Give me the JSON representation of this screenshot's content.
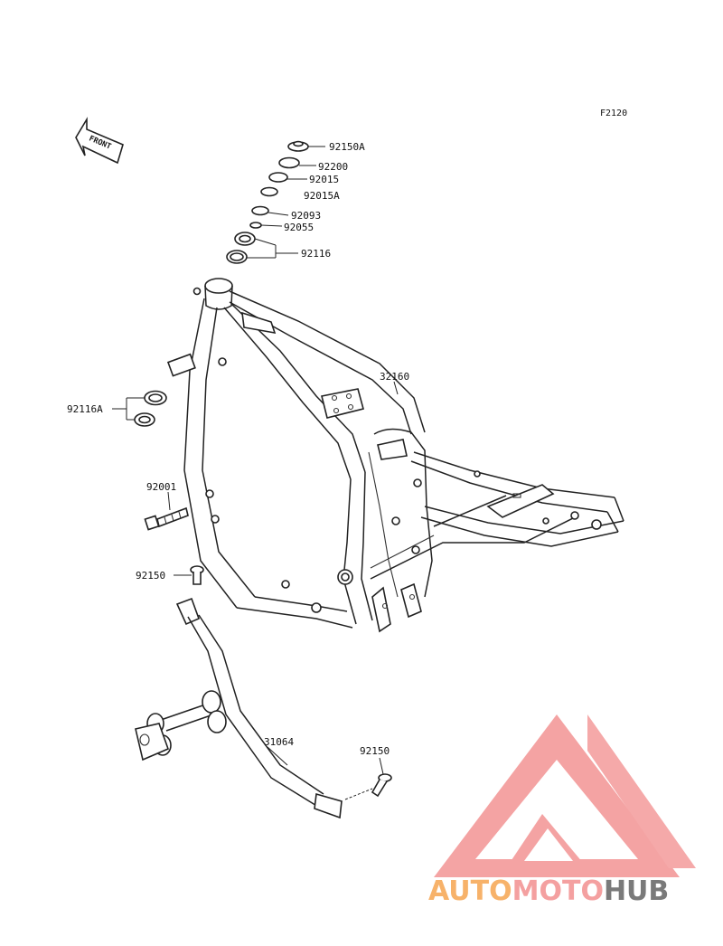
{
  "diagram": {
    "figure_code": "F2120",
    "front_badge": "FRONT",
    "callouts": {
      "c92150A": "92150A",
      "c92200": "92200",
      "c92015": "92015",
      "c92015A": "92015A",
      "c92093": "92093",
      "c92055": "92055",
      "c92116": "92116",
      "c32160": "32160",
      "c92116A": "92116A",
      "c92001": "92001",
      "c92150_top": "92150",
      "c31064": "31064",
      "c92150_bottom": "92150"
    }
  },
  "watermark": {
    "brand_part1": "AUTO",
    "brand_part2": "MOTO",
    "brand_part3": "HUB",
    "color_orange": "#f7b26a",
    "color_pink": "#f4a0a0",
    "color_gray": "#7a7a7a"
  }
}
